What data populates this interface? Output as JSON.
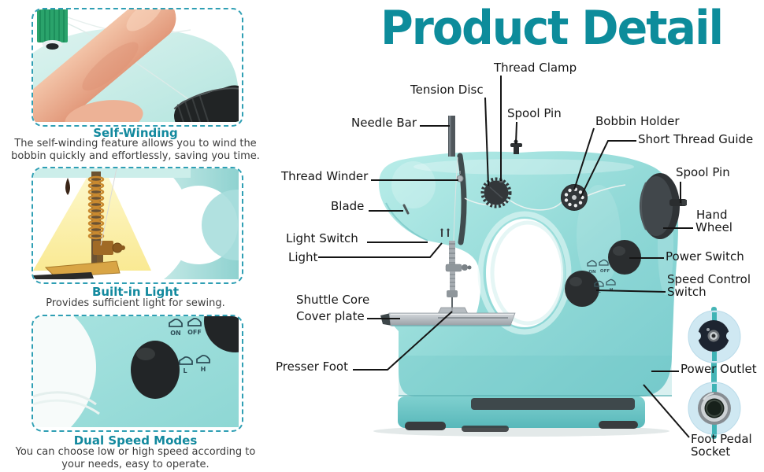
{
  "title": "Product Detail",
  "accent_color": "#0d8c9b",
  "panels": [
    {
      "caption": "Self-Winding",
      "description": "The self-winding feature allows you to wind the bobbin quickly and effortlessly, saving you time."
    },
    {
      "caption": "Built-in Light",
      "description": "Provides sufficient light for sewing."
    },
    {
      "caption": "Dual Speed Modes",
      "description": "You can choose low or high speed according to your needs, easy to operate."
    }
  ],
  "diagram": {
    "labels": {
      "thread_clamp": "Thread Clamp",
      "tension_disc": "Tension Disc",
      "spool_pin_top": "Spool Pin",
      "needle_bar": "Needle Bar",
      "bobbin_holder": "Bobbin Holder",
      "short_thread_guide": "Short Thread Guide",
      "thread_winder": "Thread Winder",
      "blade": "Blade",
      "spool_pin_right": "Spool Pin",
      "hand_wheel_line1": "Hand",
      "hand_wheel_line2": "Wheel",
      "light_switch": "Light Switch",
      "light": "Light",
      "power_switch": "Power Switch",
      "speed_control_line1": "Speed Control",
      "speed_control_line2": "Switch",
      "shuttle_core": "Shuttle Core",
      "cover_plate": "Cover plate",
      "presser_foot": "Presser Foot",
      "power_outlet": "Power Outlet",
      "foot_pedal_line1": "Foot Pedal",
      "foot_pedal_line2": "Socket"
    },
    "machine_markings": {
      "on": "ON",
      "off": "OFF",
      "low": "L",
      "high": "H"
    }
  },
  "colors": {
    "body_teal": "#8ed8d6",
    "dark_parts": "#33373a",
    "caption_teal": "#12899e",
    "label_text": "#161616"
  }
}
